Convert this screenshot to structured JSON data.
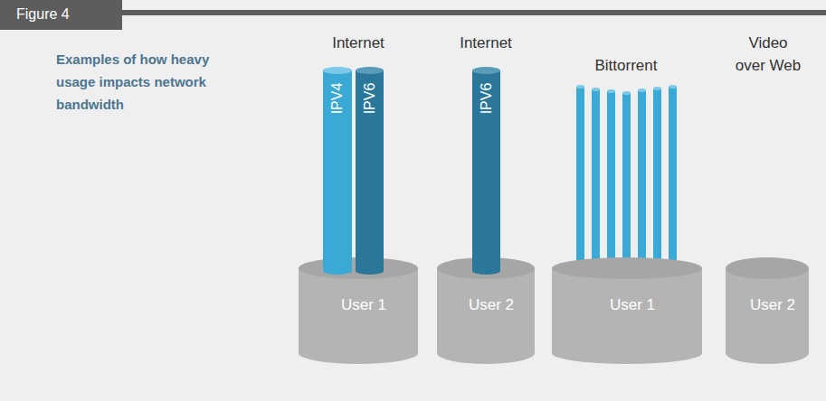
{
  "diagram": {
    "title": "Figure 4",
    "caption": "Examples of how heavy usage impacts network bandwidth",
    "nodes": [
      {
        "text": [
          "IPV4"
        ]
      },
      {
        "text": [
          "IPV6"
        ]
      },
      {
        "text": [
          "User 1"
        ]
      },
      {
        "text": [
          "IPV6"
        ]
      },
      {
        "text": [
          "User 2"
        ]
      },
      {
        "text": [
          "User 1"
        ]
      },
      {
        "text": [
          "User 2"
        ]
      }
    ],
    "labels": [
      "Internet",
      "Internet",
      "Bittorrent",
      "Video over Web"
    ]
  }
}
